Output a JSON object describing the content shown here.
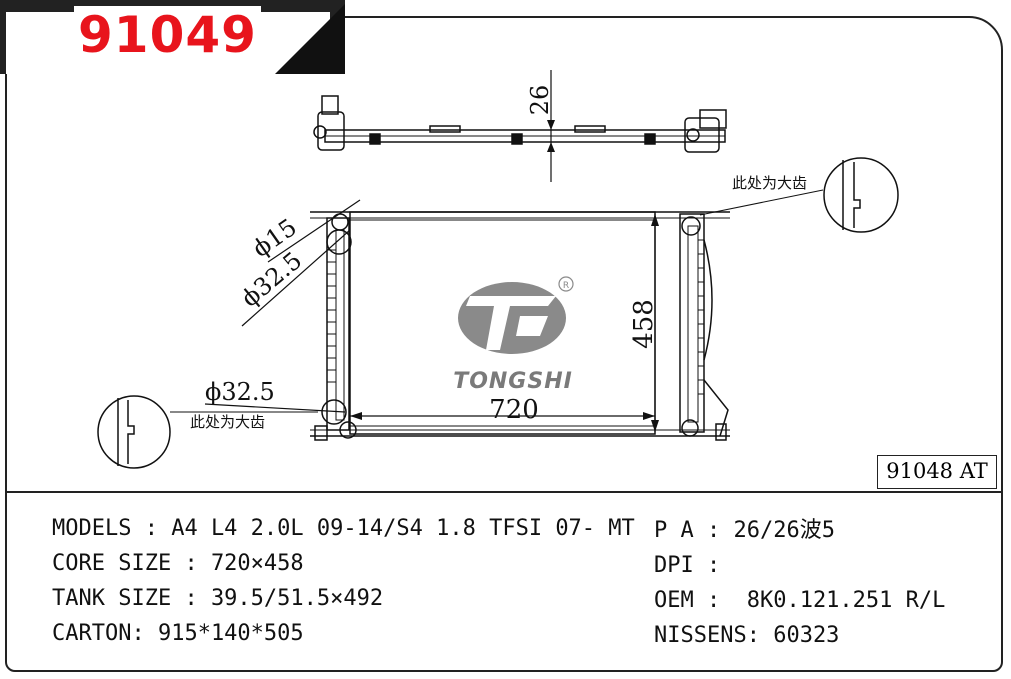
{
  "part_code": "91049",
  "reference": "91048 AT",
  "brand": {
    "name": "TONGSHI",
    "registered": "R"
  },
  "dimensions": {
    "thickness": "26",
    "inlet_small": "ϕ15",
    "inlet_large": "ϕ32.5",
    "outlet": "ϕ32.5",
    "width": "720",
    "height": "458"
  },
  "notes": {
    "big_tooth_top": "此处为大齿",
    "big_tooth_bottom": "此处为大齿"
  },
  "specs_left": [
    "MODELS : A4 L4 2.0L 09-14/S4 1.8 TFSI 07- MT",
    "CORE SIZE : 720×458",
    "TANK SIZE : 39.5/51.5×492",
    "CARTON: 915*140*505"
  ],
  "specs_right": [
    "P A : 26/26波5",
    "DPI :",
    "OEM :  8K0.121.251 R/L",
    "NISSENS: 60323"
  ],
  "colors": {
    "code_red": "#e8141c",
    "logo_gray": "#8a8a8a",
    "line": "#111111"
  }
}
